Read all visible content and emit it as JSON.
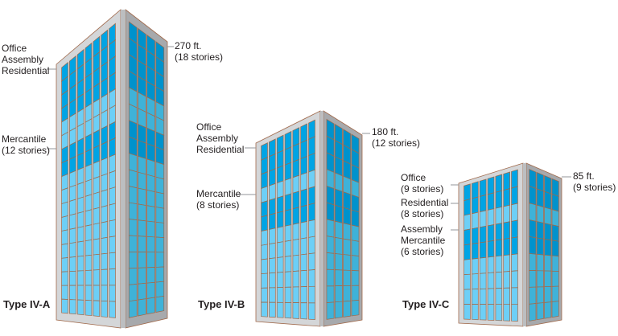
{
  "colors": {
    "frame_light": "#d4d6d8",
    "frame_dark": "#a7a9ac",
    "mullion": "#a0694b",
    "window_light": "#6dcff6",
    "window_dark": "#00a4e4",
    "window_side_light": "#3fb2d8",
    "window_side_dark": "#0092cc",
    "leader": "#939598"
  },
  "buildings": [
    {
      "type_label": "Type IV-A",
      "height_label": "270 ft.",
      "stories_label": "(18 stories)",
      "stories": 18,
      "labels": [
        {
          "lines": [
            "Office",
            "Assembly",
            "Residential"
          ]
        },
        {
          "lines": [
            "Mercantile",
            "(12 stories)"
          ]
        }
      ]
    },
    {
      "type_label": "Type IV-B",
      "height_label": "180 ft.",
      "stories_label": "(12 stories)",
      "stories": 12,
      "labels": [
        {
          "lines": [
            "Office",
            "Assembly",
            "Residential"
          ]
        },
        {
          "lines": [
            "Mercantile",
            "(8 stories)"
          ]
        }
      ]
    },
    {
      "type_label": "Type IV-C",
      "height_label": "85 ft.",
      "stories_label": "(9 stories)",
      "stories": 9,
      "labels": [
        {
          "lines": [
            "Office",
            "(9 stories)"
          ]
        },
        {
          "lines": [
            "Residential",
            "(8 stories)"
          ]
        },
        {
          "lines": [
            "Assembly",
            "Mercantile",
            "(6 stories)"
          ]
        }
      ]
    }
  ]
}
